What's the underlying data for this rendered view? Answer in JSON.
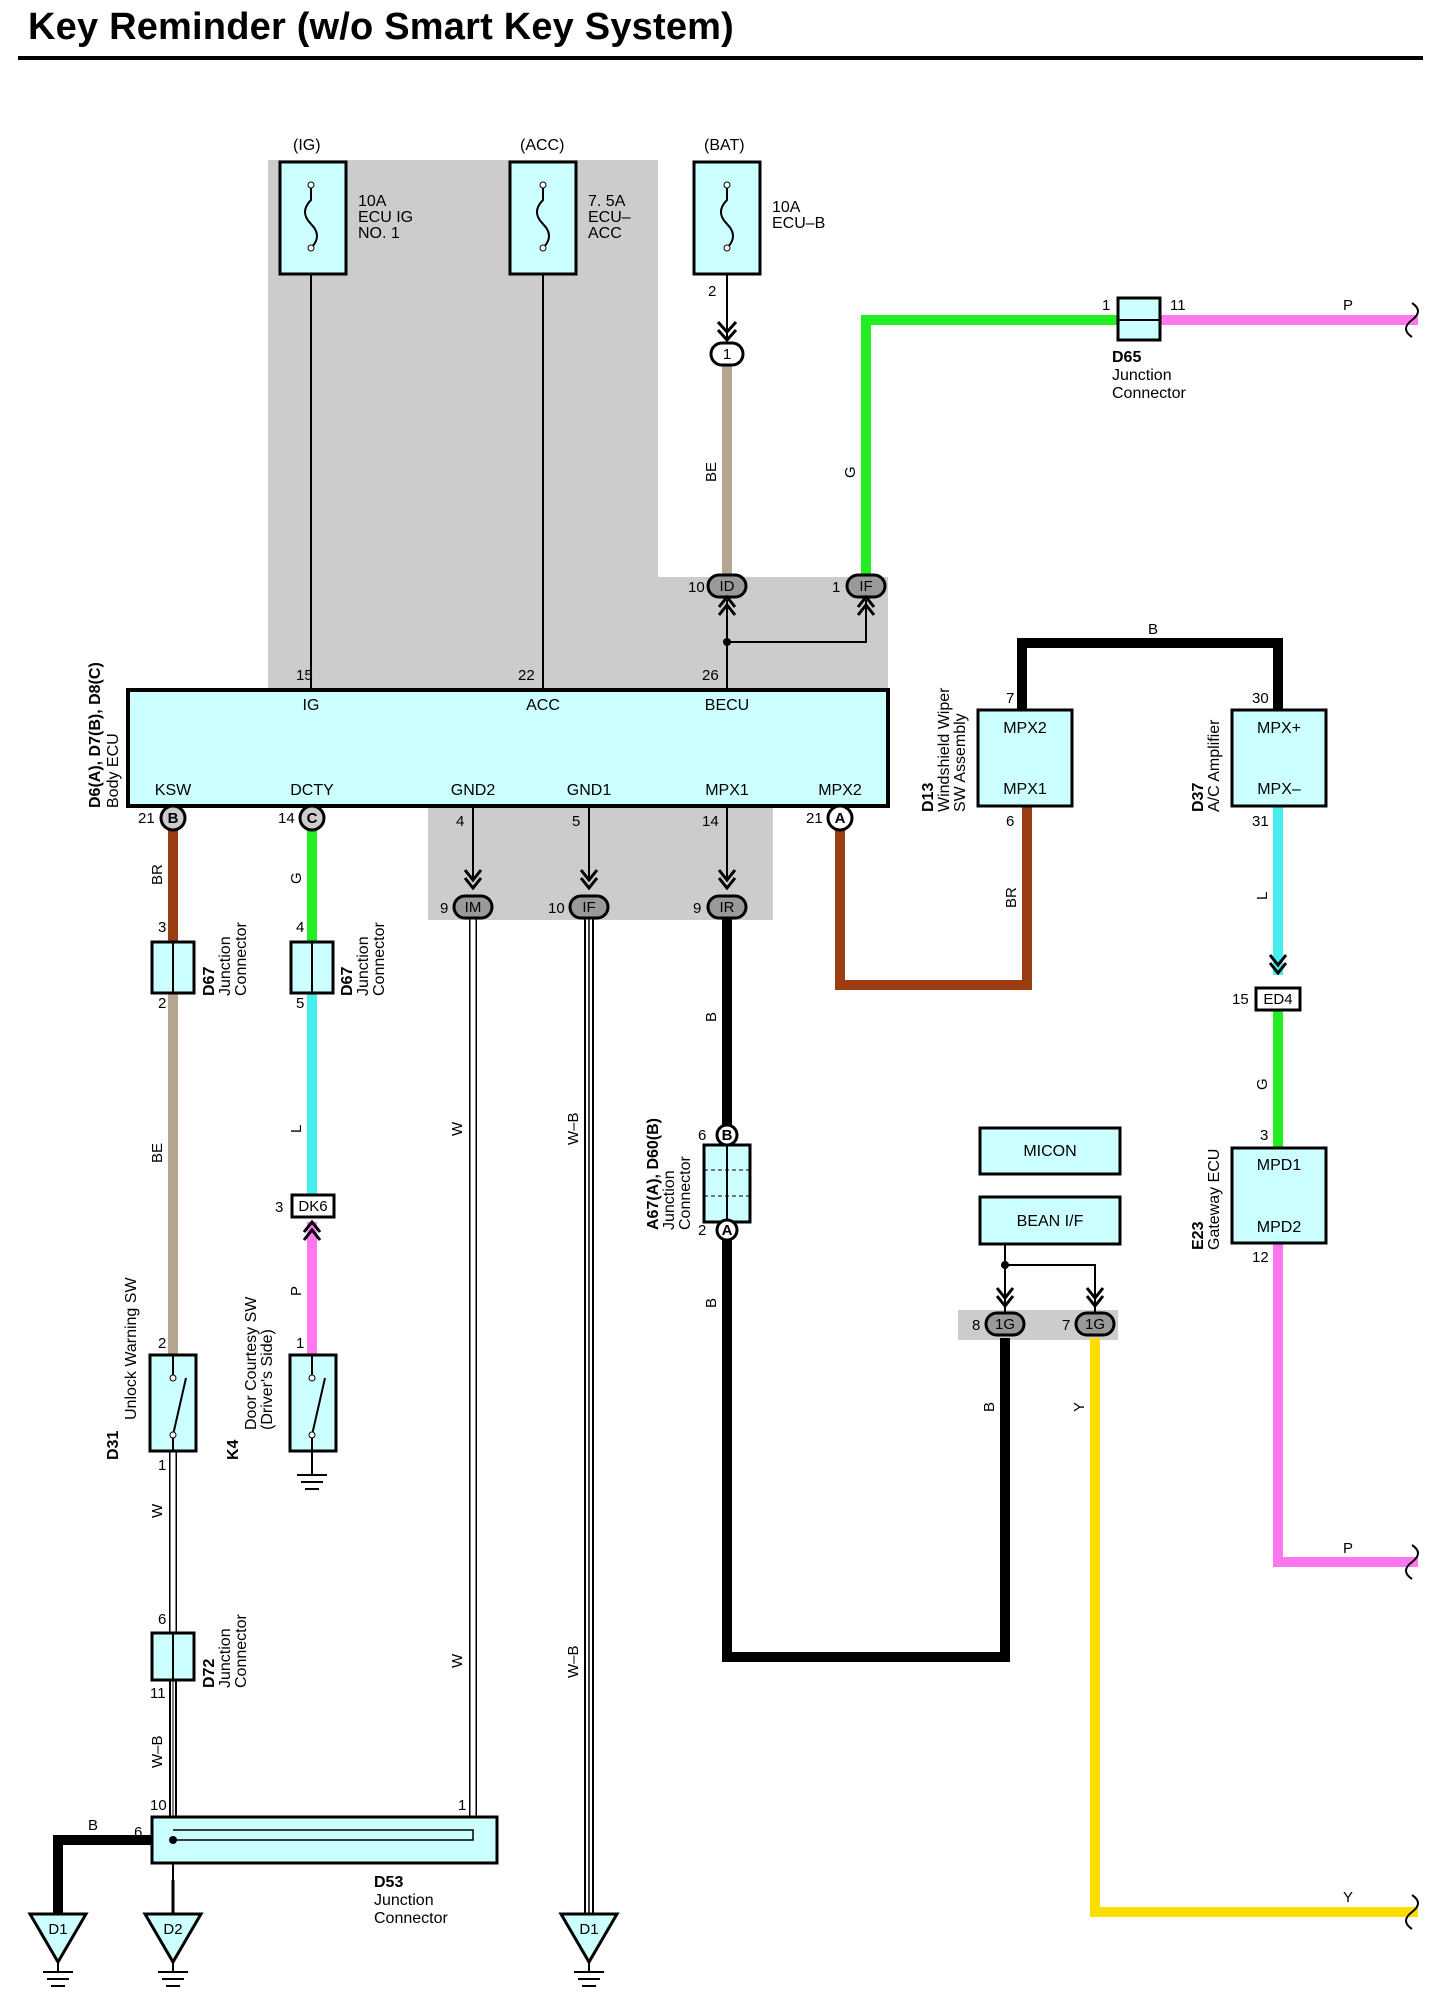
{
  "title": "Key Reminder (w/o Smart Key System)",
  "fuses": [
    {
      "id": "ig",
      "source": "(IG)",
      "rating": "10A",
      "name_lines": [
        "ECU IG",
        "NO. 1"
      ]
    },
    {
      "id": "acc",
      "source": "(ACC)",
      "rating": "7. 5A",
      "name_lines": [
        "ECU–",
        "ACC"
      ]
    },
    {
      "id": "bat",
      "source": "(BAT)",
      "rating": "10A",
      "name_lines": [
        "ECU–B"
      ]
    }
  ],
  "body_ecu": {
    "code": "D6(A), D7(B), D8(C)",
    "name": "Body ECU",
    "top_pins": [
      {
        "label": "IG",
        "num": "15"
      },
      {
        "label": "ACC",
        "num": "22"
      },
      {
        "label": "BECU",
        "num": "26"
      }
    ],
    "bottom_pins": [
      {
        "label": "KSW",
        "num": "21",
        "conn": "B"
      },
      {
        "label": "DCTY",
        "num": "14",
        "conn": "C"
      },
      {
        "label": "GND2",
        "num": "4"
      },
      {
        "label": "GND1",
        "num": "5"
      },
      {
        "label": "MPX1",
        "num": "14"
      },
      {
        "label": "MPX2",
        "num": "21",
        "conn": "A"
      }
    ]
  },
  "junction_tags": {
    "bat_pin": "2",
    "bat_tag": "1",
    "id_pin": "10",
    "id_tag": "ID",
    "if_top_pin": "1",
    "if_top_tag": "IF",
    "im_pin": "9",
    "im_tag": "IM",
    "if_bot_pin": "10",
    "if_bot_tag": "IF",
    "ir_pin": "9",
    "ir_tag": "IR",
    "ed4_pin": "15",
    "ed4_tag": "ED4",
    "dk6_pin": "3",
    "dk6_tag": "DK6",
    "g1_pin": "8",
    "g1_tag": "1G",
    "g2_pin": "7",
    "g2_tag": "1G"
  },
  "d65": {
    "code": "D65",
    "name_lines": [
      "Junction",
      "Connector"
    ],
    "pin_left": "1",
    "pin_right": "11"
  },
  "d13": {
    "code": "D13",
    "name_lines": [
      "Windshield Wiper",
      "SW Assembly"
    ],
    "pin1": "MPX2",
    "pin2": "MPX1",
    "num1": "7",
    "num2": "6"
  },
  "d37": {
    "code": "D37",
    "name_lines": [
      "A/C Amplifier"
    ],
    "pin1": "MPX+",
    "pin2": "MPX–",
    "num1": "30",
    "num2": "31"
  },
  "e23": {
    "code": "E23",
    "name_lines": [
      "Gateway ECU"
    ],
    "pin1": "MPD1",
    "pin2": "MPD2",
    "num1": "3",
    "num2": "12"
  },
  "d67a": {
    "code": "D67",
    "name_lines": [
      "Junction",
      "Connector"
    ],
    "pin_top": "3",
    "pin_bottom": "2"
  },
  "d67b": {
    "code": "D67",
    "name_lines": [
      "Junction",
      "Connector"
    ],
    "pin_top": "4",
    "pin_bottom": "5"
  },
  "a67": {
    "code": "A67(A), D60(B)",
    "name_lines": [
      "Junction",
      "Connector"
    ],
    "pin_top": "6",
    "conn_top": "B",
    "pin_bottom": "2",
    "conn_bottom": "A"
  },
  "d31": {
    "code": "D31",
    "name": "Unlock Warning SW",
    "pin_top": "2",
    "pin_bottom": "1"
  },
  "k4": {
    "code": "K4",
    "name_lines": [
      "Door Courtesy SW",
      "(Driver's Side)"
    ],
    "pin_top": "1"
  },
  "d72": {
    "code": "D72",
    "name_lines": [
      "Junction",
      "Connector"
    ],
    "pin_top": "6",
    "pin_bottom": "11"
  },
  "d53": {
    "code": "D53",
    "name_lines": [
      "Junction",
      "Connector"
    ],
    "pin_left1": "10",
    "pin_left2": "6",
    "pin_right": "1"
  },
  "micon": "MICON",
  "bean": "BEAN I/F",
  "grounds": [
    "D1",
    "D2",
    "D1"
  ],
  "wire_colors": {
    "BE": "#b5a591",
    "G": "#22ee22",
    "P": "#ff77ee",
    "BR": "#9b3d12",
    "L": "#44eeee",
    "B": "#000000",
    "W": "#ffffff",
    "W-B": "#ffffff",
    "Y": "#ffdd00"
  },
  "wire_labels": {
    "be_top": "BE",
    "g_top": "G",
    "p_top": "P",
    "b_top": "B",
    "br_right": "BR",
    "l_right": "L",
    "g_right": "G",
    "p_right": "P",
    "br_left": "BR",
    "be_left": "BE",
    "w_left": "W",
    "wb_left": "W–B",
    "b_d53": "B",
    "g_dcty": "G",
    "l_dcty": "L",
    "p_dcty": "P",
    "w_gnd2_1": "W",
    "w_gnd2_2": "W",
    "wb_gnd1_1": "W–B",
    "wb_gnd1_2": "W–B",
    "b_mpx1_1": "B",
    "b_mpx1_2": "B",
    "b_1g": "B",
    "y_1g": "Y",
    "y_bottom": "Y"
  }
}
